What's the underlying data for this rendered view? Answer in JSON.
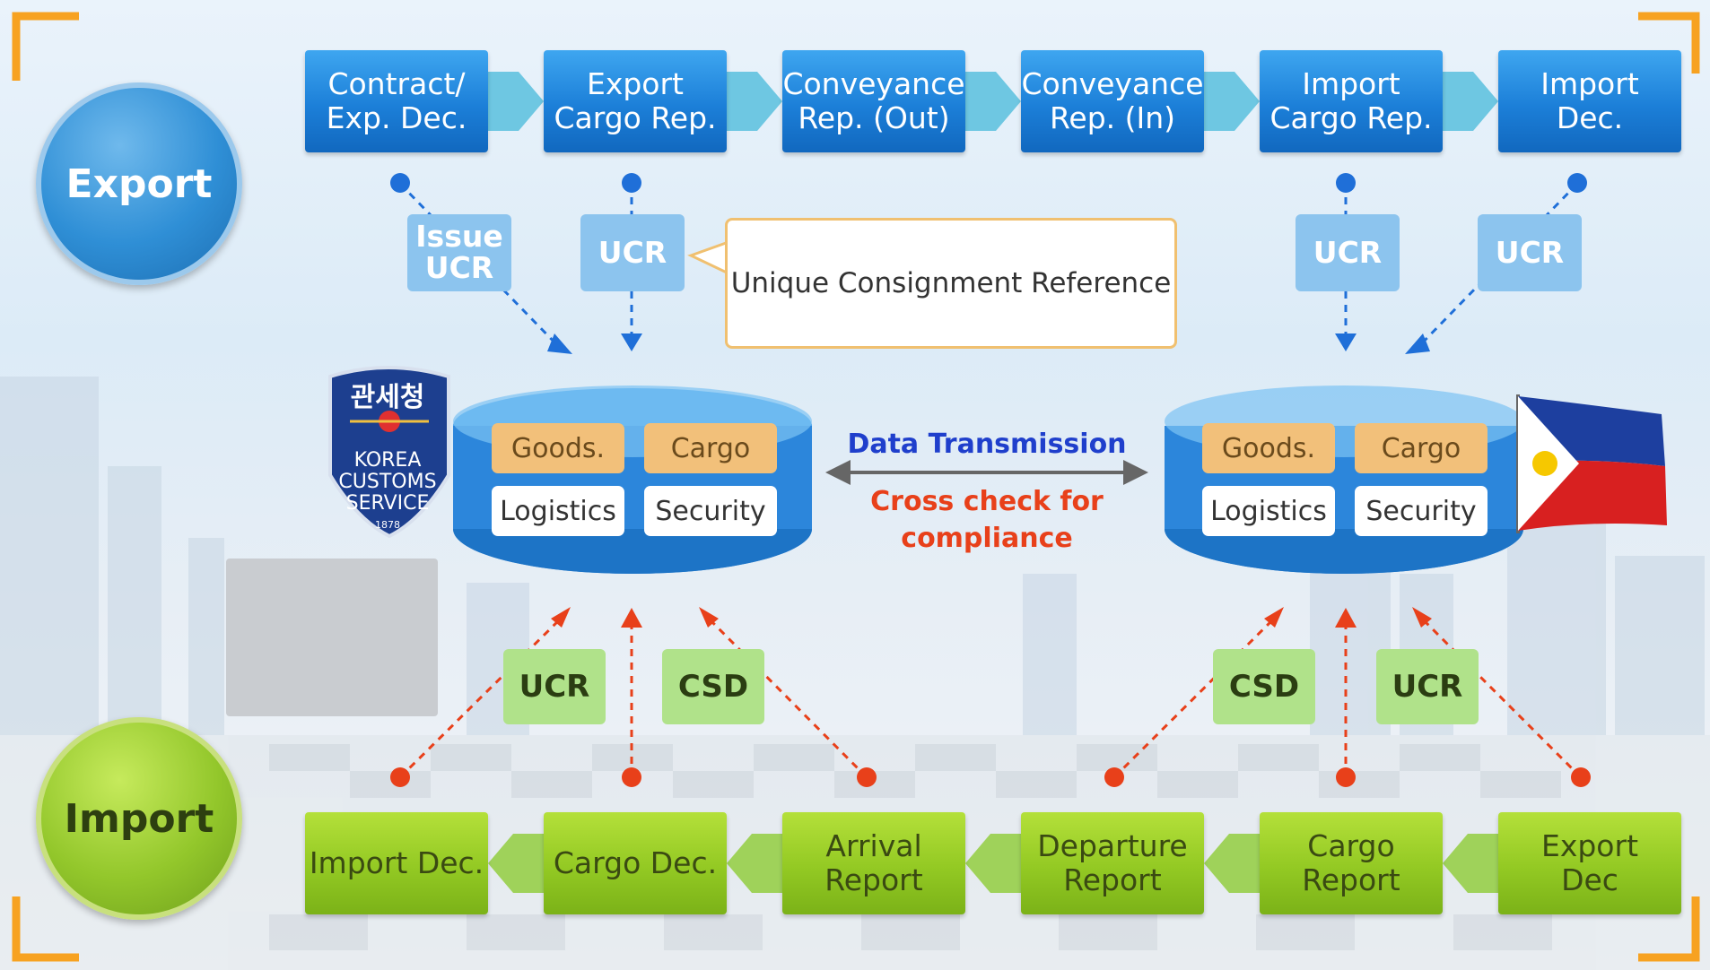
{
  "sides": {
    "export_label": "Export",
    "import_label": "Import"
  },
  "export_flow": {
    "steps": [
      {
        "label": "Contract/\nExp. Dec."
      },
      {
        "label": "Export\nCargo Rep."
      },
      {
        "label": "Conveyance\nRep. (Out)"
      },
      {
        "label": "Conveyance\nRep. (In)"
      },
      {
        "label": "Import\nCargo Rep."
      },
      {
        "label": "Import\nDec."
      }
    ],
    "tags": [
      "Issue\nUCR",
      "UCR",
      "UCR",
      "UCR"
    ]
  },
  "callout": {
    "text": "Unique Consignment Reference"
  },
  "center": {
    "data_transmission": "Data Transmission",
    "cross_check": "Cross check for\ncompliance"
  },
  "databases": {
    "left": {
      "goods": "Goods.",
      "cargo": "Cargo",
      "logistics": "Logistics",
      "security": "Security"
    },
    "right": {
      "goods": "Goods.",
      "cargo": "Cargo",
      "logistics": "Logistics",
      "security": "Security"
    }
  },
  "emblem": {
    "hangul": "관세청",
    "name": "KOREA\nCUSTOMS\nSERVICE",
    "year": "1878"
  },
  "import_flow": {
    "steps": [
      {
        "label": "Import Dec."
      },
      {
        "label": "Cargo Dec."
      },
      {
        "label": "Arrival\nReport"
      },
      {
        "label": "Departure\nReport"
      },
      {
        "label": "Cargo\nReport"
      },
      {
        "label": "Export\nDec"
      }
    ],
    "tags": [
      "UCR",
      "CSD",
      "CSD",
      "UCR"
    ]
  },
  "colors": {
    "export_blue": "#1c7fd8",
    "import_green": "#93c923",
    "red_line": "#e8401a",
    "corner_orange": "#f7a221",
    "transmission_blue": "#1f3fcc"
  }
}
